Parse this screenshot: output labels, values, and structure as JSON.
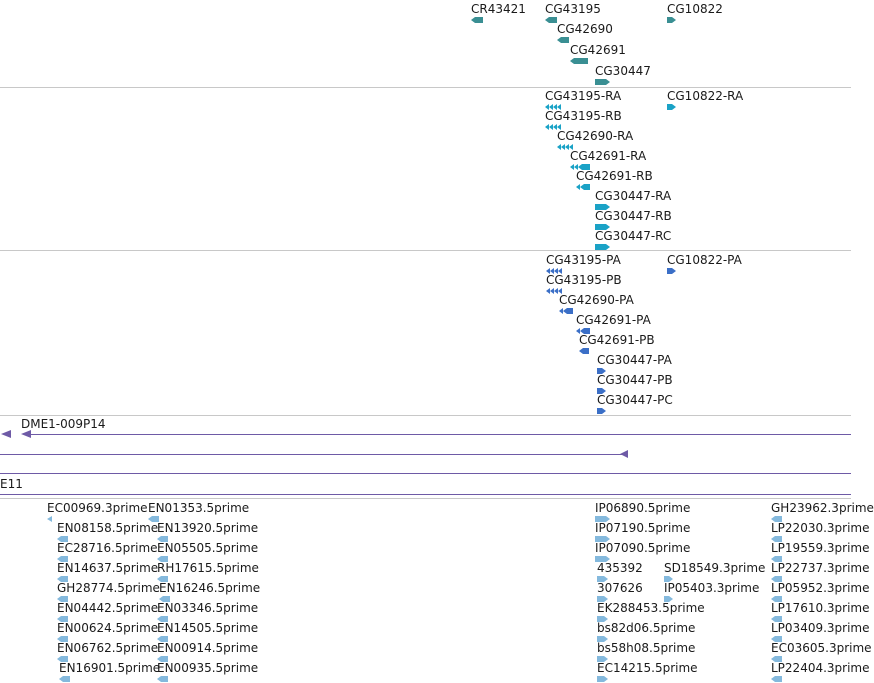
{
  "colors": {
    "gene": "#3a8f93",
    "transcript": "#1aa2c6",
    "protein": "#3b6fc7",
    "clone": "#6e5aa6",
    "est": "#84b9dd",
    "separator": "#c8c8c8"
  },
  "tracks": {
    "genes": [
      {
        "label": "CR43421"
      },
      {
        "label": "CG43195"
      },
      {
        "label": "CG10822"
      },
      {
        "label": "CG42690"
      },
      {
        "label": "CG42691"
      },
      {
        "label": "CG30447"
      }
    ],
    "transcripts": [
      {
        "label": "CG43195-RA"
      },
      {
        "label": "CG10822-RA"
      },
      {
        "label": "CG43195-RB"
      },
      {
        "label": "CG42690-RA"
      },
      {
        "label": "CG42691-RA"
      },
      {
        "label": "CG42691-RB"
      },
      {
        "label": "CG30447-RA"
      },
      {
        "label": "CG30447-RB"
      },
      {
        "label": "CG30447-RC"
      }
    ],
    "proteins": [
      {
        "label": "CG43195-PA"
      },
      {
        "label": "CG10822-PA"
      },
      {
        "label": "CG43195-PB"
      },
      {
        "label": "CG42690-PA"
      },
      {
        "label": "CG42691-PA"
      },
      {
        "label": "CG42691-PB"
      },
      {
        "label": "CG30447-PA"
      },
      {
        "label": "CG30447-PB"
      },
      {
        "label": "CG30447-PC"
      }
    ],
    "clones": {
      "clone_label": "DME1-009P14",
      "region_label": "E11"
    },
    "ests": [
      {
        "label": "EC00969.3prime"
      },
      {
        "label": "EN01353.5prime"
      },
      {
        "label": "IP06890.5prime"
      },
      {
        "label": "GH23962.3prime"
      },
      {
        "label": "EN08158.5prime"
      },
      {
        "label": "EN13920.5prime"
      },
      {
        "label": "IP07190.5prime"
      },
      {
        "label": "LP22030.3prime"
      },
      {
        "label": "EC28716.5prime"
      },
      {
        "label": "EN05505.5prime"
      },
      {
        "label": "IP07090.5prime"
      },
      {
        "label": "LP19559.3prime"
      },
      {
        "label": "EN14637.5prime"
      },
      {
        "label": "RH17615.5prime"
      },
      {
        "label": "435392"
      },
      {
        "label": "SD18549.3prime"
      },
      {
        "label": "LP22737.3prime"
      },
      {
        "label": "GH28774.5prime"
      },
      {
        "label": "EN16246.5prime"
      },
      {
        "label": "307626"
      },
      {
        "label": "IP05403.3prime"
      },
      {
        "label": "LP05952.3prime"
      },
      {
        "label": "EN04442.5prime"
      },
      {
        "label": "EN03346.5prime"
      },
      {
        "label": "EK288453.5prime"
      },
      {
        "label": "LP17610.3prime"
      },
      {
        "label": "EN00624.5prime"
      },
      {
        "label": "EN14505.5prime"
      },
      {
        "label": "bs82d06.5prime"
      },
      {
        "label": "LP03409.3prime"
      },
      {
        "label": "EN06762.5prime"
      },
      {
        "label": "EN00914.5prime"
      },
      {
        "label": "bs58h08.5prime"
      },
      {
        "label": "EC03605.3prime"
      },
      {
        "label": "EN16901.5prime"
      },
      {
        "label": "EN00935.5prime"
      },
      {
        "label": "EC14215.5prime"
      },
      {
        "label": "LP22404.3prime"
      }
    ]
  }
}
